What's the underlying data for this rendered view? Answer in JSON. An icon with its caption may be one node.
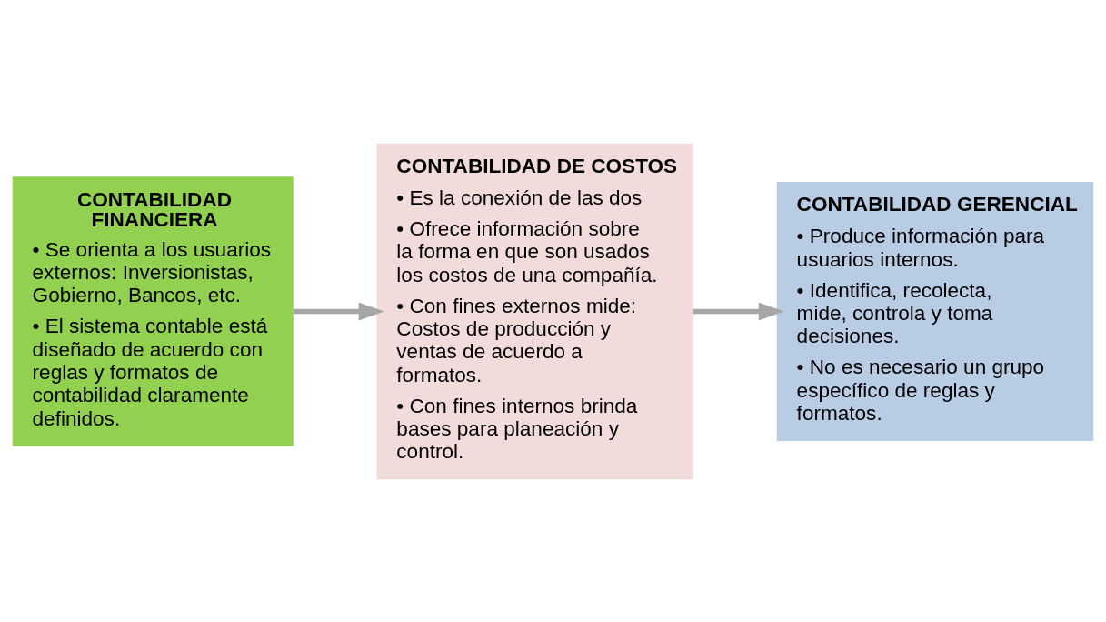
{
  "diagram": {
    "nodes": [
      {
        "text": [
          "CONTABILIDAD FINANCIERA",
          "• Se orienta a los usuarios externos: Inversionistas, Gobierno, Bancos, etc.",
          "• El sistema contable está diseñado de acuerdo con reglas y formatos de contabilidad claramente definidos."
        ]
      },
      {
        "text": [
          "CONTABILIDAD DE COSTOS",
          "• Es la conexión de las dos",
          "• Ofrece información sobre la forma en que son usados los costos de una compañía.",
          "• Con fines externos mide: Costos de producción y ventas de acuerdo a formatos.",
          "• Con fines internos brinda bases para planeación y control."
        ]
      },
      {
        "text": [
          "CONTABILIDAD GERENCIAL",
          "• Produce información para usuarios internos.",
          "• Identifica, recolecta, mide, controla y toma decisiones.",
          "• No es necesario un grupo específico de reglas y formatos."
        ]
      }
    ],
    "edges": [
      {
        "from": 0,
        "to": 1,
        "arrow": "to"
      },
      {
        "from": 1,
        "to": 2,
        "arrow": "to"
      }
    ]
  }
}
